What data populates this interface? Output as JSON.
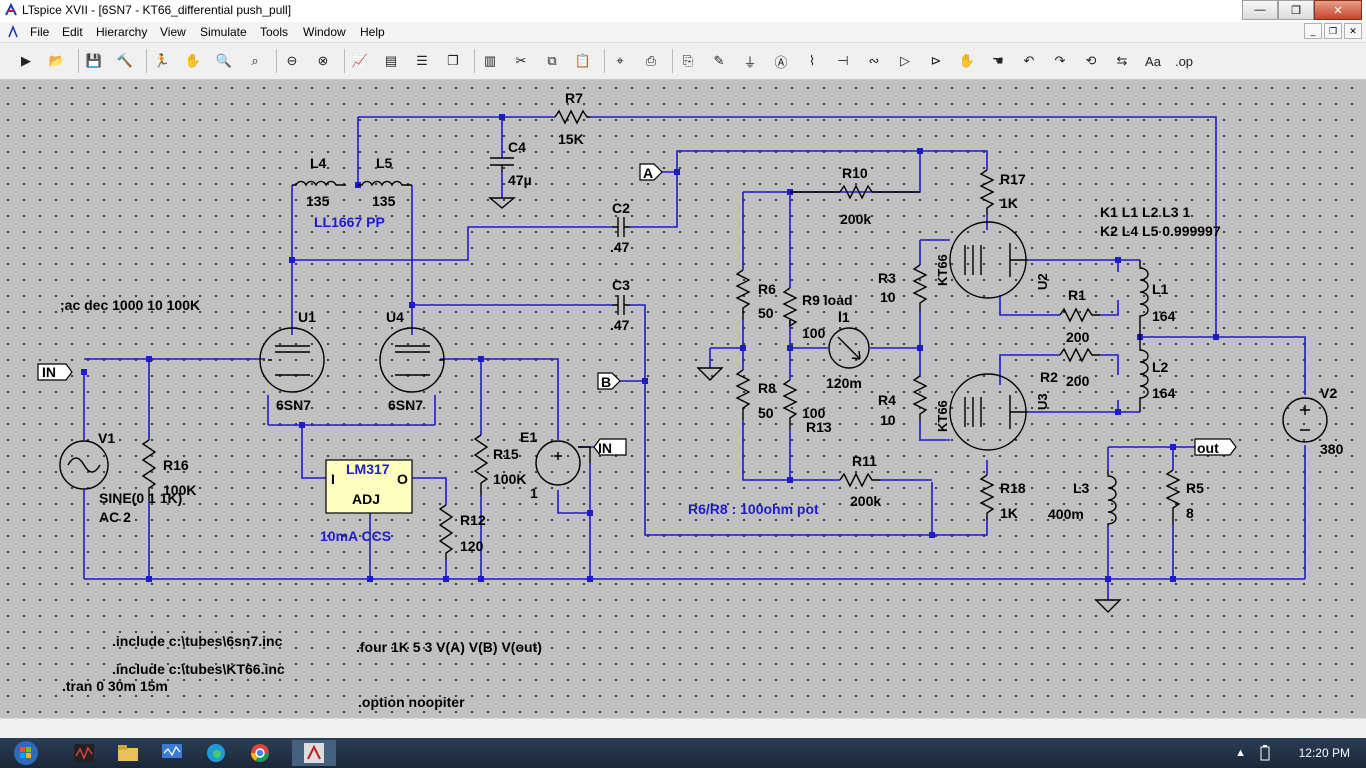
{
  "window": {
    "title": "LTspice XVII - [6SN7 - KT66_differential push_pull]"
  },
  "menu": [
    "File",
    "Edit",
    "Hierarchy",
    "View",
    "Simulate",
    "Tools",
    "Window",
    "Help"
  ],
  "toolbar_icons": [
    "run-icon",
    "open-icon",
    "save-icon",
    "control-panel-icon",
    "halt-icon",
    "pan-icon",
    "zoom-in-icon",
    "zoom-area-icon",
    "zoom-out-icon",
    "zoom-fit-icon",
    "plot-icon",
    "netlist-icon",
    "tile-horizontal-icon",
    "cascade-icon",
    "tile-vertical-icon",
    "cut-icon",
    "copy-icon",
    "paste-icon",
    "find-icon",
    "print-icon",
    "print-setup-icon",
    "draw-wire-icon",
    "ground-icon",
    "label-net-icon",
    "resistor-icon",
    "capacitor-icon",
    "inductor-icon",
    "diode-icon",
    "component-icon",
    "move-icon",
    "drag-icon",
    "undo-icon",
    "redo-icon",
    "rotate-icon",
    "mirror-icon",
    "text-icon",
    "spice-directive-icon"
  ],
  "schematic": {
    "components": {
      "R7": {
        "name": "R7",
        "value": "15K"
      },
      "C4": {
        "name": "C4",
        "value": "47µ"
      },
      "L4": {
        "name": "L4",
        "value": "135"
      },
      "L5": {
        "name": "L5",
        "value": "135"
      },
      "R10": {
        "name": "R10",
        "value": "200k"
      },
      "R17": {
        "name": "R17",
        "value": "1K"
      },
      "C2": {
        "name": "C2",
        "value": ".47"
      },
      "C3": {
        "name": "C3",
        "value": ".47"
      },
      "R6": {
        "name": "R6",
        "value": "50"
      },
      "R9": {
        "name": "R9 load",
        "value": "100"
      },
      "I1": {
        "name": "I1",
        "value": "120m"
      },
      "R8": {
        "name": "R8",
        "value": "50"
      },
      "R13": {
        "name": "R13",
        "value": "100"
      },
      "R3": {
        "name": "R3",
        "value": "10"
      },
      "R4": {
        "name": "R4",
        "value": "10"
      },
      "U2": {
        "name": "U2",
        "value": "KT66"
      },
      "U3": {
        "name": "U3",
        "value": "KT66"
      },
      "R1": {
        "name": "R1",
        "value": "200"
      },
      "R2": {
        "name": "R2",
        "value": "200"
      },
      "L1": {
        "name": "L1",
        "value": "164"
      },
      "L2": {
        "name": "L2",
        "value": "164"
      },
      "V2": {
        "name": "V2",
        "value": "380"
      },
      "U1": {
        "name": "U1",
        "value": "6SN7"
      },
      "U4": {
        "name": "U4",
        "value": "6SN7"
      },
      "V1": {
        "name": "V1",
        "value": "SINE(0 1 1K)",
        "value2": "AC 2"
      },
      "R16": {
        "name": "R16",
        "value": "100K"
      },
      "LM317": {
        "name": "LM317",
        "pin_in": "I",
        "pin_out": "O",
        "pin_adj": "ADJ"
      },
      "R12": {
        "name": "R12",
        "value": "120"
      },
      "R15": {
        "name": "R15",
        "value": "100K"
      },
      "E1": {
        "name": "E1",
        "value": "1"
      },
      "R11": {
        "name": "R11",
        "value": "200k"
      },
      "R18": {
        "name": "R18",
        "value": "1K"
      },
      "L3": {
        "name": "L3",
        "value": "400m"
      },
      "R5": {
        "name": "R5",
        "value": "8"
      }
    },
    "net_labels": {
      "A": "A",
      "B": "B",
      "IN_left": "IN",
      "IN_right": "IN",
      "out": "out"
    },
    "comments": {
      "transformer": "LL1667 PP",
      "ccs": "10mA CCS",
      "pot": "R6/R8 : 100ohm pot"
    },
    "directives": {
      "coupling1": "K1 L1 L2 L3 1",
      "coupling2": "K2 L4 L5 0.999997",
      "ac": ";ac dec 1000 10 100K",
      "include1": ".include c:\\tubes\\6sn7.inc",
      "include2": ".include c:\\tubes\\KT66.inc",
      "tran": ".tran 0 30m 15m",
      "four": ".four 1K 5 3 V(A) V(B) V(out)",
      "option": ".option noopiter"
    }
  },
  "taskbar": {
    "time": "12:20 PM"
  },
  "colors": {
    "wire": "#1c1cc8",
    "component": "#000000",
    "comment": "#1c1cc8",
    "canvas": "#c0c0c0"
  }
}
